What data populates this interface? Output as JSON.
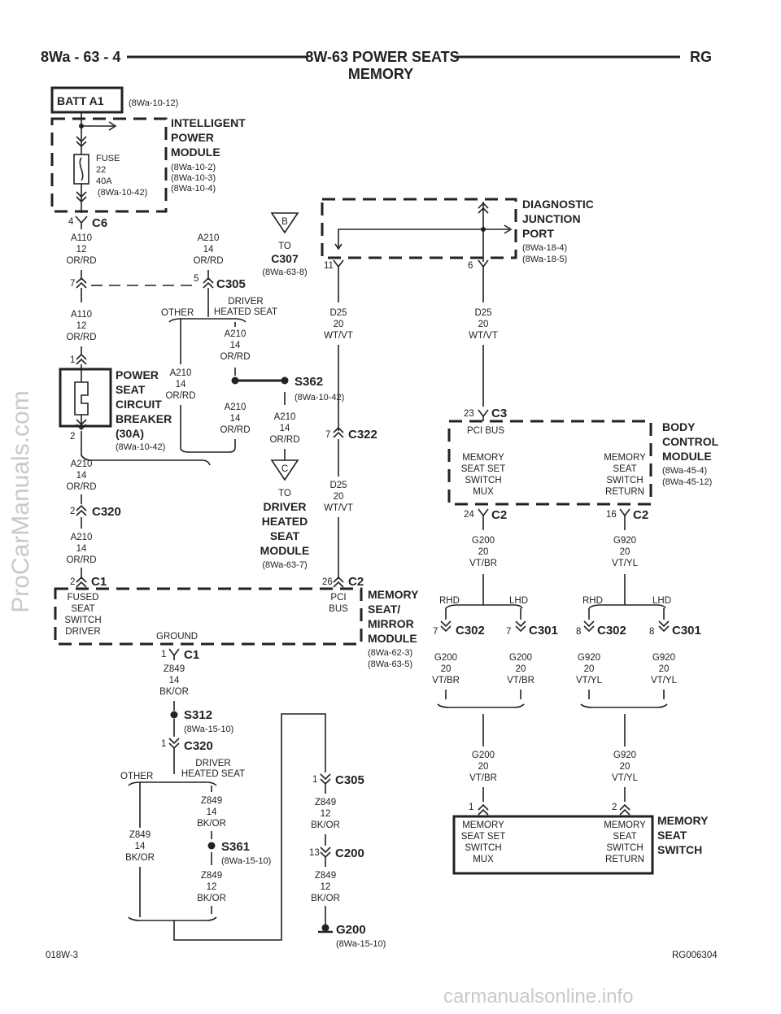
{
  "header": {
    "left": "8Wa - 63 - 4",
    "title_line1": "8W-63 POWER SEATS",
    "title_line2": "MEMORY",
    "right": "RG"
  },
  "footer": {
    "left": "018W-3",
    "right": "RG006304"
  },
  "watermarks": {
    "side": "ProCarManuals.com",
    "bottom": "carmanualsonline.info"
  },
  "batt": {
    "label": "BATT A1",
    "ref": "(8Wa-10-12)"
  },
  "ipm": {
    "title": [
      "INTELLIGENT",
      "POWER",
      "MODULE"
    ],
    "refs": [
      "(8Wa-10-2)",
      "(8Wa-10-3)",
      "(8Wa-10-4)"
    ],
    "fuse": [
      "FUSE",
      "22",
      "40A",
      "(8Wa-10-42)"
    ]
  },
  "c6": {
    "pin": "4",
    "name": "C6"
  },
  "wire_a110_top": [
    "A110",
    "12",
    "OR/RD"
  ],
  "wire_a210_top": [
    "A210",
    "14",
    "OR/RD"
  ],
  "to_c307": {
    "letter": "B",
    "to": "TO",
    "name": "C307",
    "ref": "(8Wa-63-8)"
  },
  "c305_top": {
    "pin_left": "7",
    "pin_right": "5",
    "name": "C305"
  },
  "split_top": {
    "other": "OTHER",
    "driver": [
      "DRIVER",
      "HEATED SEAT"
    ]
  },
  "wire_a110_mid": [
    "A110",
    "12",
    "OR/RD"
  ],
  "wire_a210_r1": [
    "A210",
    "14",
    "OR/RD"
  ],
  "wire_a210_l": [
    "A210",
    "14",
    "OR/RD"
  ],
  "wire_a210_r2": [
    "A210",
    "14",
    "OR/RD"
  ],
  "wire_a210_r3": [
    "A210",
    "14",
    "OR/RD"
  ],
  "s362": {
    "name": "S362",
    "ref": "(8Wa-10-42)"
  },
  "breaker": {
    "pin_top": "1",
    "pin_bottom": "2",
    "title": [
      "POWER",
      "SEAT",
      "CIRCUIT",
      "BREAKER",
      "(30A)"
    ],
    "ref": "(8Wa-10-42)"
  },
  "wire_a210_b1": [
    "A210",
    "14",
    "OR/RD"
  ],
  "c320_top": {
    "pin": "2",
    "name": "C320"
  },
  "wire_a210_b2": [
    "A210",
    "14",
    "OR/RD"
  ],
  "to_driver": {
    "letter": "C",
    "to": "TO",
    "name": [
      "DRIVER",
      "HEATED",
      "SEAT",
      "MODULE"
    ],
    "ref": "(8Wa-63-7)"
  },
  "djp": {
    "title": [
      "DIAGNOSTIC",
      "JUNCTION",
      "PORT"
    ],
    "refs": [
      "(8Wa-18-4)",
      "(8Wa-18-5)"
    ],
    "pin_left": "11",
    "pin_right": "6"
  },
  "wire_d25_1": [
    "D25",
    "20",
    "WT/VT"
  ],
  "wire_d25_2": [
    "D25",
    "20",
    "WT/VT"
  ],
  "c322": {
    "pin": "7",
    "name": "C322"
  },
  "wire_d25_3": [
    "D25",
    "20",
    "WT/VT"
  ],
  "bcm": {
    "title": [
      "BODY",
      "CONTROL",
      "MODULE"
    ],
    "refs": [
      "(8Wa-45-4)",
      "(8Wa-45-12)"
    ],
    "c3_pin": "23",
    "c3_name": "C3",
    "pci": "PCI BUS",
    "left_text": [
      "MEMORY",
      "SEAT SET",
      "SWITCH",
      "MUX"
    ],
    "right_text": [
      "MEMORY",
      "SEAT",
      "SWITCH",
      "RETURN"
    ],
    "c2_left_pin": "24",
    "c2_right_pin": "16",
    "c2_name": "C2"
  },
  "wire_g200_top": [
    "G200",
    "20",
    "VT/BR"
  ],
  "wire_g920_top": [
    "G920",
    "20",
    "VT/YL"
  ],
  "msm": {
    "title": [
      "MEMORY",
      "SEAT/",
      "MIRROR",
      "MODULE"
    ],
    "refs": [
      "(8Wa-62-3)",
      "(8Wa-63-5)"
    ],
    "c1_pin": "2",
    "c1_name": "C1",
    "c2_pin": "26",
    "c2_name": "C2",
    "fused_text": [
      "FUSED",
      "SEAT",
      "SWITCH",
      "DRIVER"
    ],
    "pci_text": [
      "PCI",
      "BUS"
    ],
    "ground": "GROUND",
    "gnd_pin": "1",
    "gnd_name": "C1"
  },
  "rhd_lhd": {
    "rhd": "RHD",
    "lhd": "LHD"
  },
  "c302_7": {
    "pin": "7",
    "name": "C302"
  },
  "c301_7": {
    "pin": "7",
    "name": "C301"
  },
  "c302_8": {
    "pin": "8",
    "name": "C302"
  },
  "c301_8": {
    "pin": "8",
    "name": "C301"
  },
  "wire_g200_rhd": [
    "G200",
    "20",
    "VT/BR"
  ],
  "wire_g200_lhd": [
    "G200",
    "20",
    "VT/BR"
  ],
  "wire_g920_rhd": [
    "G920",
    "20",
    "VT/YL"
  ],
  "wire_g920_lhd": [
    "G920",
    "20",
    "VT/YL"
  ],
  "wire_g200_bot": [
    "G200",
    "20",
    "VT/BR"
  ],
  "wire_g920_bot": [
    "G920",
    "20",
    "VT/YL"
  ],
  "mss": {
    "title": [
      "MEMORY",
      "SEAT",
      "SWITCH"
    ],
    "pin1": "1",
    "pin2": "2",
    "left_text": [
      "MEMORY",
      "SEAT SET",
      "SWITCH",
      "MUX"
    ],
    "right_text": [
      "MEMORY",
      "SEAT",
      "SWITCH",
      "RETURN"
    ]
  },
  "wire_z849_1": [
    "Z849",
    "14",
    "BK/OR"
  ],
  "s312": {
    "name": "S312",
    "ref": "(8Wa-15-10)"
  },
  "c320_bot": {
    "pin": "1",
    "name": "C320"
  },
  "split_bot": {
    "other": "OTHER",
    "driver": [
      "DRIVER",
      "HEATED SEAT"
    ]
  },
  "wire_z849_2": [
    "Z849",
    "14",
    "BK/OR"
  ],
  "wire_z849_3": [
    "Z849",
    "14",
    "BK/OR"
  ],
  "s361": {
    "name": "S361",
    "ref": "(8Wa-15-10)"
  },
  "wire_z849_4": [
    "Z849",
    "12",
    "BK/OR"
  ],
  "c305_bot": {
    "pin": "1",
    "name": "C305"
  },
  "wire_z849_5": [
    "Z849",
    "12",
    "BK/OR"
  ],
  "c200": {
    "pin": "13",
    "name": "C200"
  },
  "wire_z849_6": [
    "Z849",
    "12",
    "BK/OR"
  ],
  "g200": {
    "name": "G200",
    "ref": "(8Wa-15-10)"
  }
}
